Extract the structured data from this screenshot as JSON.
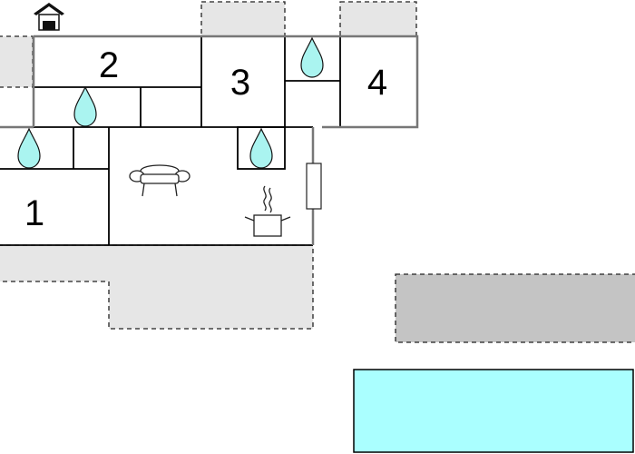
{
  "floorplan": {
    "rooms": [
      {
        "label": "1"
      },
      {
        "label": "2"
      },
      {
        "label": "3"
      },
      {
        "label": "4"
      }
    ],
    "colors": {
      "terrace": "#e6e6e6",
      "parking": "#c4c4c4",
      "pool": "#aaffff",
      "wall": "#777777",
      "drop": "#aaf4f0"
    },
    "icons": [
      "entrance-icon",
      "water-drop-icon",
      "sofa-icon",
      "cooking-pot-icon",
      "radiator-icon"
    ]
  }
}
